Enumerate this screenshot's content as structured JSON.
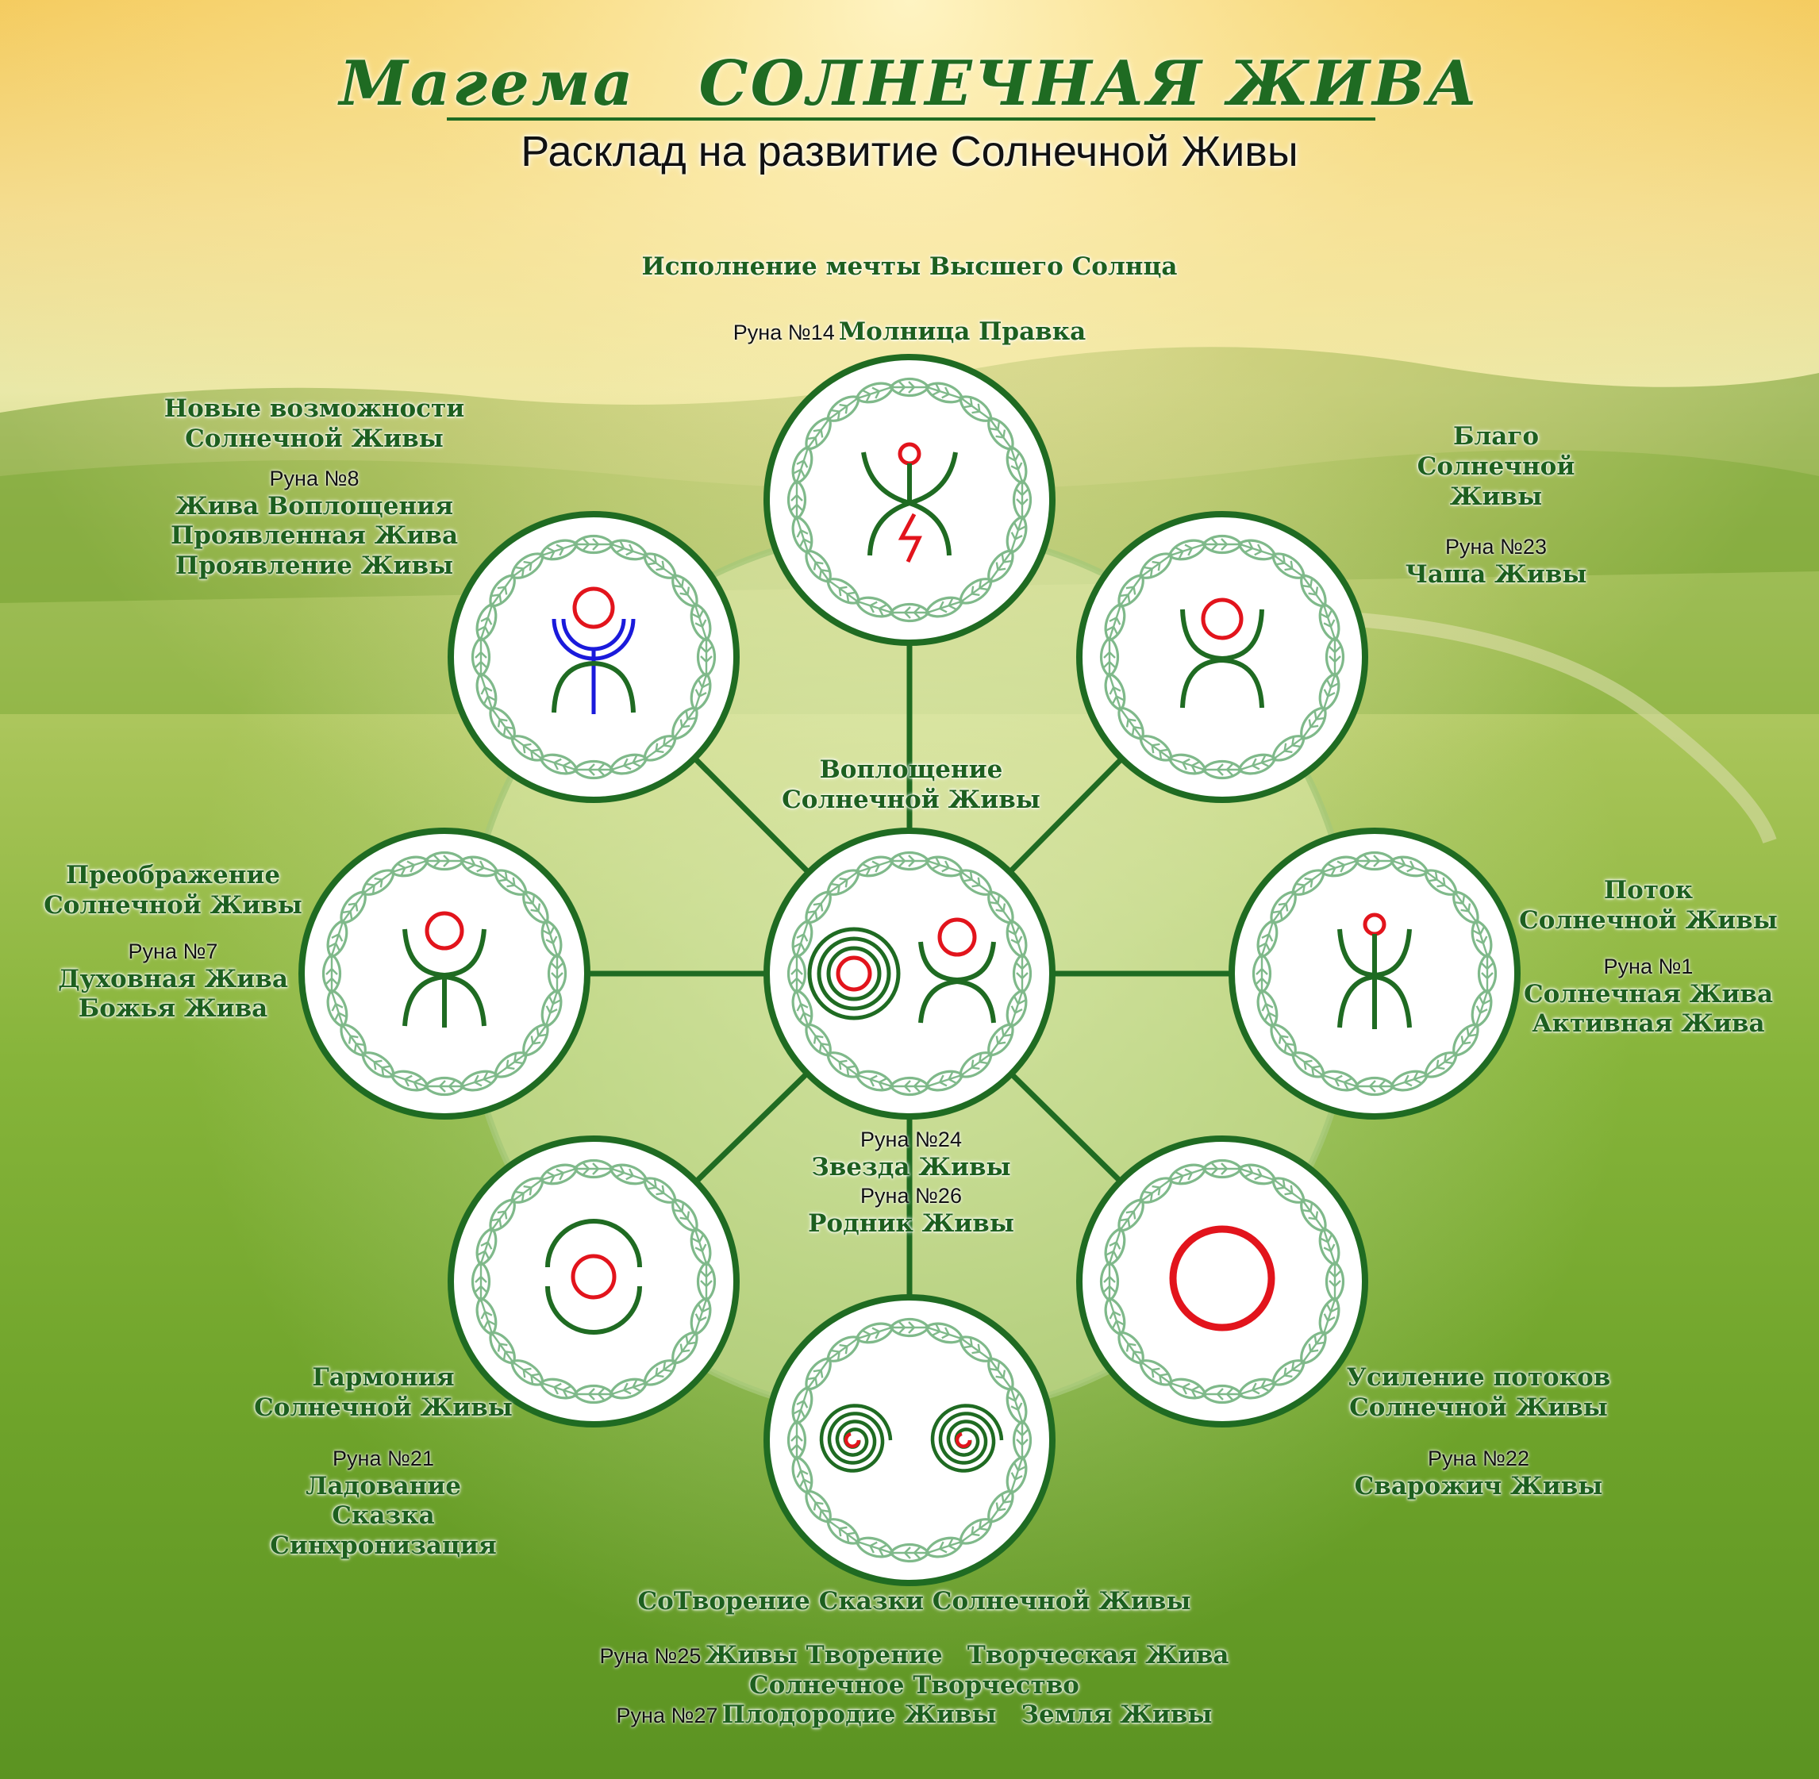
{
  "title": {
    "prefix": "Магема",
    "name": "СОЛНЕЧНАЯ ЖИВА"
  },
  "subtitle": "Расклад на развитие Солнечной Живы",
  "colors": {
    "green": "#1f6b22",
    "leaf": "#7fb98a",
    "red": "#e2141c",
    "blue": "#1a1adb"
  },
  "nodes": {
    "top": {
      "meaning": "Исполнение мечты Высшего Солнца",
      "rune_no": "Руна №14",
      "rune_names": [
        "Молница Правка"
      ],
      "icon": "molnica-rune-icon"
    },
    "top_left": {
      "meaning": [
        "Новые возможности",
        "Солнечной Живы"
      ],
      "rune_no": "Руна №8",
      "rune_names": [
        "Жива Воплощения",
        "Проявленная Жива",
        "Проявление Живы"
      ],
      "icon": "zhiva-voploscheniya-rune-icon"
    },
    "top_right": {
      "meaning": [
        "Благо",
        "Солнечной",
        "Живы"
      ],
      "rune_no": "Руна №23",
      "rune_names": [
        "Чаша Живы"
      ],
      "icon": "chasha-rune-icon"
    },
    "left": {
      "meaning": [
        "Преображение",
        "Солнечной Живы"
      ],
      "rune_no": "Руна №7",
      "rune_names": [
        "Духовная Жива",
        "Божья Жива"
      ],
      "icon": "dukhovnaya-zhiva-rune-icon"
    },
    "right": {
      "meaning": [
        "Поток",
        "Солнечной Живы"
      ],
      "rune_no": "Руна №1",
      "rune_names": [
        "Солнечная Жива",
        "Активная Жива"
      ],
      "icon": "solnechnaya-zhiva-rune-icon"
    },
    "center": {
      "meaning": [
        "Воплощение",
        "Солнечной Живы"
      ],
      "runes": [
        {
          "rune_no": "Руна №24",
          "rune_name": "Звезда Живы"
        },
        {
          "rune_no": "Руна №26",
          "rune_name": "Родник Живы"
        }
      ],
      "icon": "spiral-and-star-rune-icon"
    },
    "bottom_left": {
      "meaning": [
        "Гармония",
        "Солнечной Живы"
      ],
      "rune_no": "Руна №21",
      "rune_names": [
        "Ладование",
        "Сказка",
        "Синхронизация"
      ],
      "icon": "ladovanie-rune-icon"
    },
    "bottom_right": {
      "meaning": [
        "Усиление потоков",
        "Солнечной Живы"
      ],
      "rune_no": "Руна №22",
      "rune_names": [
        "Сварожич Живы"
      ],
      "icon": "svarozhich-rune-icon"
    },
    "bottom": {
      "meaning": "СоТворение Сказки Солнечной Живы",
      "rune_no_1": "Руна №25",
      "rune_names_1": [
        "Живы Творение",
        "Творческая Жива"
      ],
      "line2": "Солнечное Творчество",
      "rune_no_2": "Руна №27",
      "rune_names_2": [
        "Плодородие Живы",
        "Земля Живы"
      ],
      "icon": "double-spiral-rune-icon"
    }
  }
}
